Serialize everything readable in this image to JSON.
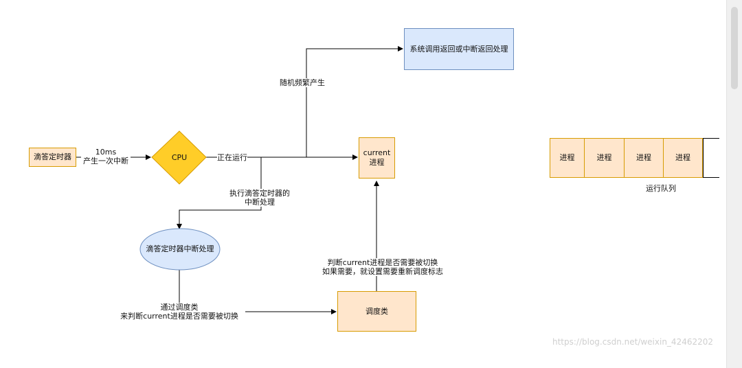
{
  "nodes": {
    "tick_timer": "滴答定时器",
    "cpu": "CPU",
    "syscall_return": "系统调用返回或中断返回处理",
    "current_process": [
      "current",
      "进程"
    ],
    "tick_interrupt_handler": "滴答定时器中断处理",
    "scheduler_class": "调度类"
  },
  "edge_labels": {
    "interval": [
      "10ms",
      "产生一次中断"
    ],
    "running": "正在运行",
    "random_frequent": "随机频繁产生",
    "execute_handler": [
      "执行滴答定时器的",
      "中断处理"
    ],
    "via_scheduler": [
      "通过调度类",
      "来判断current进程是否需要被切换"
    ],
    "judge_switch": [
      "判断current进程是否需要被切换",
      "如果需要，就设置需要重新调度标志"
    ]
  },
  "run_queue": {
    "items": [
      "进程",
      "进程",
      "进程",
      "进程"
    ],
    "label": "运行队列"
  },
  "watermark": "https://blog.csdn.net/weixin_42462202",
  "colors": {
    "orange_fill": "#ffe6cc",
    "orange_stroke": "#d79b00",
    "cpu_fill": "#ffcd28",
    "blue_fill": "#dae8fc",
    "blue_stroke": "#6c8ebf"
  }
}
